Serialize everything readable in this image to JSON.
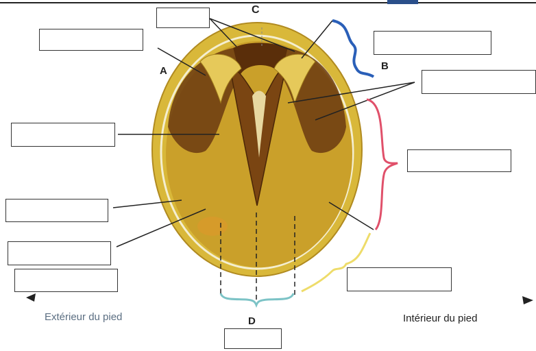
{
  "labels": {
    "a": "A",
    "b": "B",
    "c": "C",
    "d": "D"
  },
  "side_labels": {
    "left": "Extérieur du pied",
    "right": "Intérieur du pied"
  },
  "colors": {
    "hoof_outer": "#d9b83a",
    "hoof_light": "#e6c95a",
    "sole": "#caa02a",
    "dark": "#6b3a10",
    "brace_blue": "#2a5fb8",
    "brace_red": "#e0506a",
    "brace_yellow": "#eedc6a",
    "brace_teal": "#7cc3c6"
  }
}
